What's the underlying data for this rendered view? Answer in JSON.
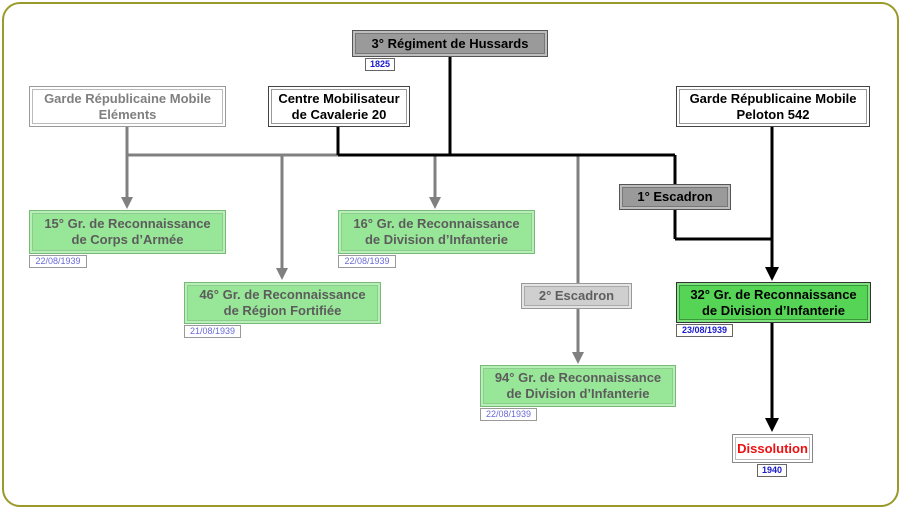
{
  "nodes": {
    "hussards": {
      "label": "3° Régiment de Hussards",
      "date": "1825"
    },
    "grm_elements": {
      "line1": "Garde Républicaine Mobile",
      "line2": "Eléments"
    },
    "centre_mob": {
      "line1": "Centre Mobilisateur",
      "line2": "de Cavalerie 20"
    },
    "grm_peloton": {
      "line1": "Garde Républicaine Mobile",
      "line2": "Peloton 542"
    },
    "escadron1": {
      "label": "1° Escadron"
    },
    "escadron2": {
      "label": "2° Escadron"
    },
    "gr15": {
      "line1": "15° Gr. de Reconnaissance",
      "line2": "de Corps d’Armée",
      "date": "22/08/1939"
    },
    "gr16": {
      "line1": "16° Gr. de Reconnaissance",
      "line2": "de Division d’Infanterie",
      "date": "22/08/1939"
    },
    "gr46": {
      "line1": "46° Gr. de Reconnaissance",
      "line2": "de Région Fortifiée",
      "date": "21/08/1939"
    },
    "gr32": {
      "line1": "32° Gr. de Reconnaissance",
      "line2": "de Division d’Infanterie",
      "date": "23/08/1939"
    },
    "gr94": {
      "line1": "94° Gr. de Reconnaissance",
      "line2": "de Division d’Infanterie",
      "date": "22/08/1939"
    },
    "dissolution": {
      "label": "Dissolution",
      "date": "1940"
    }
  },
  "colors": {
    "border": "#9a9a2a",
    "line_grey": "#808080",
    "line_black": "#000000",
    "pale_green": "#98e698",
    "bright_green": "#55d455",
    "dark_grey": "#9a9a9a",
    "light_grey": "#cfcfcf",
    "date_blue": "#1a1acc",
    "date_lavender": "#6a6ad8",
    "dissolution_red": "#ee1111"
  }
}
